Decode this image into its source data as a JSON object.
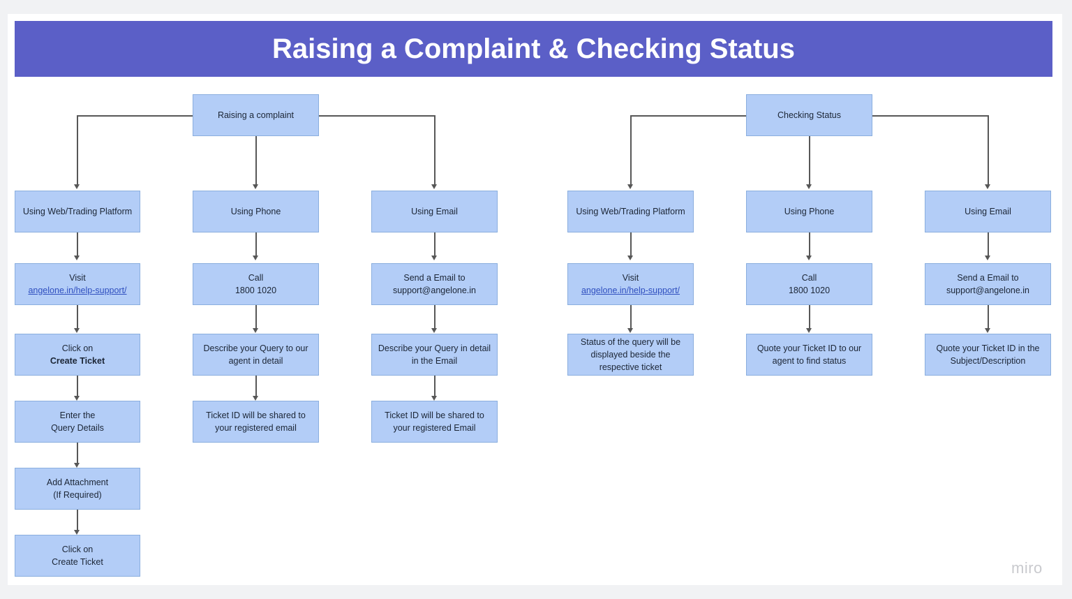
{
  "banner": {
    "title": "Raising a Complaint & Checking Status",
    "background": "#5b5fc7",
    "text_color": "#ffffff"
  },
  "watermark": {
    "label": "miro"
  },
  "theme": {
    "node_fill": "#b3cdf7",
    "node_border": "#8aaede",
    "node_text": "#1b2535",
    "connector": "#575757",
    "link_color": "#2f4fbf",
    "canvas": "#ffffff",
    "page_background": "#f1f2f4"
  },
  "chart_data": {
    "type": "diagram",
    "title": "Raising a Complaint & Checking Status",
    "layout": "two-tree flowchart, top-down, 3 branches per tree",
    "trees": [
      {
        "root": "Raising a complaint",
        "branches": [
          {
            "channel": "Using Web/Trading Platform",
            "steps": [
              "Visit\nangelone.in/help-support/",
              "Click on\nCreate Ticket",
              "Enter the\nQuery Details",
              "Add Attachment\n(If Required)",
              "Click on\nCreate Ticket"
            ]
          },
          {
            "channel": "Using Phone",
            "steps": [
              "Call\n1800 1020",
              "Describe your Query to our agent in detail",
              "Ticket ID will be shared to your registered email"
            ]
          },
          {
            "channel": "Using Email",
            "steps": [
              "Send a Email to support@angelone.in",
              "Describe your Query in detail in the Email",
              "Ticket ID will be shared to your registered Email"
            ]
          }
        ]
      },
      {
        "root": "Checking Status",
        "branches": [
          {
            "channel": "Using Web/Trading Platform",
            "steps": [
              "Visit\nangelone.in/help-support/",
              "Status of the query will be displayed beside the respective ticket"
            ]
          },
          {
            "channel": "Using Phone",
            "steps": [
              "Call\n1800 1020",
              "Quote your Ticket ID to our agent to find status"
            ]
          },
          {
            "channel": "Using Email",
            "steps": [
              "Send a Email to support@angelone.in",
              "Quote your Ticket ID in the Subject/Description"
            ]
          }
        ]
      }
    ]
  },
  "nodes": {
    "left_root": "Raising a complaint",
    "right_root": "Checking Status",
    "left_c1_r1": "Using Web/Trading Platform",
    "left_c1_r2_line1": "Visit",
    "left_c1_r2_link": "angelone.in/help-support/",
    "left_c1_r3_line1": "Click on",
    "left_c1_r3_line2": "Create Ticket",
    "left_c1_r4_line1": "Enter the",
    "left_c1_r4_line2": "Query Details",
    "left_c1_r5_line1": "Add Attachment",
    "left_c1_r5_line2": "(If Required)",
    "left_c1_r6_line1": "Click on",
    "left_c1_r6_line2": "Create Ticket",
    "left_c2_r1": "Using Phone",
    "left_c2_r2_line1": "Call",
    "left_c2_r2_line2": "1800 1020",
    "left_c2_r3": "Describe your Query to our agent in detail",
    "left_c2_r4": "Ticket ID will be shared to your registered email",
    "left_c3_r1": "Using Email",
    "left_c3_r2": "Send a Email to support@angelone.in",
    "left_c3_r3": "Describe your Query in detail in the Email",
    "left_c3_r4": "Ticket ID will be shared to your registered Email",
    "right_c1_r1": "Using Web/Trading Platform",
    "right_c1_r2_line1": "Visit",
    "right_c1_r2_link": "angelone.in/help-support/",
    "right_c1_r3": "Status of the query will be displayed beside the respective ticket",
    "right_c2_r1": "Using Phone",
    "right_c2_r2_line1": "Call",
    "right_c2_r2_line2": "1800 1020",
    "right_c2_r3": "Quote your Ticket ID to our agent to find status",
    "right_c3_r1": "Using Email",
    "right_c3_r2": "Send a Email to support@angelone.in",
    "right_c3_r3": "Quote your Ticket ID in the Subject/Description"
  }
}
